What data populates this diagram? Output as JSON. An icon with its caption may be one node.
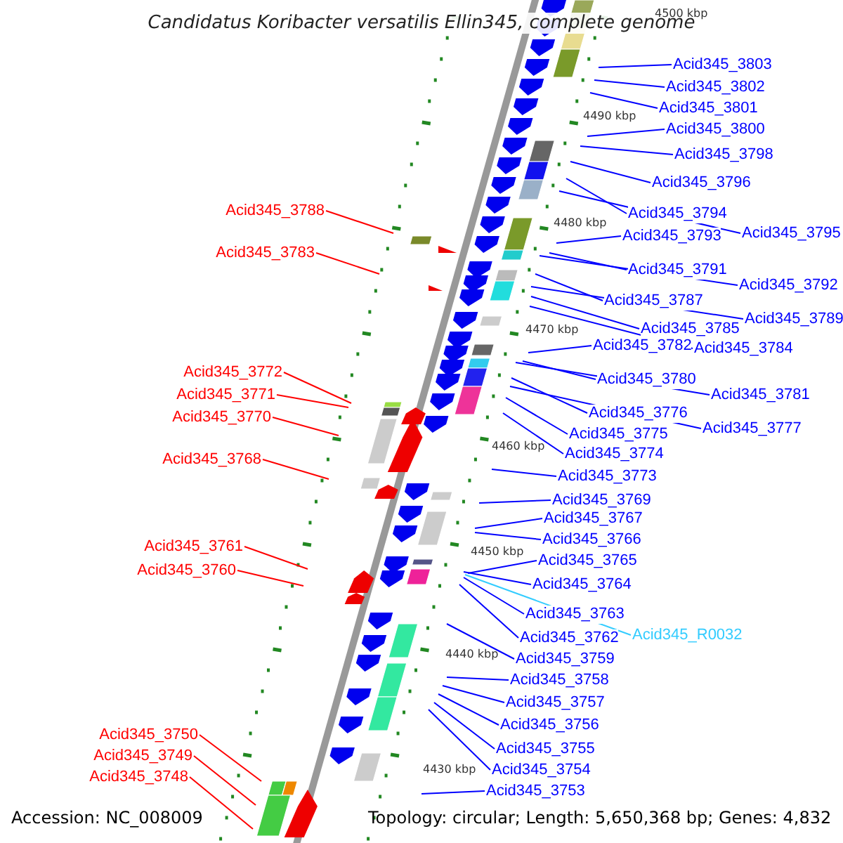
{
  "diagram": {
    "title": "Candidatus Koribacter versatilis Ellin345, complete genome",
    "nodes": [
      {
        "text": [
          "Acid345_3803"
        ]
      },
      {
        "text": [
          "Acid345_3802"
        ]
      },
      {
        "text": [
          "Acid345_3801"
        ]
      },
      {
        "text": [
          "Acid345_3800"
        ]
      },
      {
        "text": [
          "Acid345_3798"
        ]
      },
      {
        "text": [
          "Acid345_3796"
        ]
      },
      {
        "text": [
          "Acid345_3794"
        ]
      },
      {
        "text": [
          "Acid345_3795"
        ]
      },
      {
        "text": [
          "Acid345_3793"
        ]
      },
      {
        "text": [
          "Acid345_3791"
        ]
      },
      {
        "text": [
          "Acid345_3792"
        ]
      },
      {
        "text": [
          "Acid345_3787"
        ]
      },
      {
        "text": [
          "Acid345_3789"
        ]
      },
      {
        "text": [
          "Acid345_3785"
        ]
      },
      {
        "text": [
          "Acid345_3784"
        ]
      },
      {
        "text": [
          "Acid345_3782"
        ]
      },
      {
        "text": [
          "Acid345_3780"
        ]
      },
      {
        "text": [
          "Acid345_3781"
        ]
      },
      {
        "text": [
          "Acid345_3776"
        ]
      },
      {
        "text": [
          "Acid345_3777"
        ]
      },
      {
        "text": [
          "Acid345_3775"
        ]
      },
      {
        "text": [
          "Acid345_3774"
        ]
      },
      {
        "text": [
          "Acid345_3773"
        ]
      },
      {
        "text": [
          "Acid345_3769"
        ]
      },
      {
        "text": [
          "Acid345_3767"
        ]
      },
      {
        "text": [
          "Acid345_3766"
        ]
      },
      {
        "text": [
          "Acid345_3765"
        ]
      },
      {
        "text": [
          "Acid345_3764"
        ]
      },
      {
        "text": [
          "Acid345_3763"
        ]
      },
      {
        "text": [
          "Acid345_R0032"
        ]
      },
      {
        "text": [
          "Acid345_3762"
        ]
      },
      {
        "text": [
          "Acid345_3759"
        ]
      },
      {
        "text": [
          "Acid345_3758"
        ]
      },
      {
        "text": [
          "Acid345_3757"
        ]
      },
      {
        "text": [
          "Acid345_3756"
        ]
      },
      {
        "text": [
          "Acid345_3755"
        ]
      },
      {
        "text": [
          "Acid345_3754"
        ]
      },
      {
        "text": [
          "Acid345_3753"
        ]
      },
      {
        "text": [
          "Acid345_3788"
        ]
      },
      {
        "text": [
          "Acid345_3783"
        ]
      },
      {
        "text": [
          "Acid345_3772"
        ]
      },
      {
        "text": [
          "Acid345_3771"
        ]
      },
      {
        "text": [
          "Acid345_3770"
        ]
      },
      {
        "text": [
          "Acid345_3768"
        ]
      },
      {
        "text": [
          "Acid345_3761"
        ]
      },
      {
        "text": [
          "Acid345_3760"
        ]
      },
      {
        "text": [
          "Acid345_3750"
        ]
      },
      {
        "text": [
          "Acid345_3749"
        ]
      },
      {
        "text": [
          "Acid345_3748"
        ]
      }
    ],
    "edges": [
      {
        "from": 0,
        "to": null,
        "arrow": "none"
      },
      {
        "from": 1,
        "to": null,
        "arrow": "none"
      },
      {
        "from": 2,
        "to": null,
        "arrow": "none"
      },
      {
        "from": 3,
        "to": null,
        "arrow": "none"
      },
      {
        "from": 4,
        "to": null,
        "arrow": "none"
      },
      {
        "from": 5,
        "to": null,
        "arrow": "none"
      },
      {
        "from": 6,
        "to": null,
        "arrow": "none"
      },
      {
        "from": 7,
        "to": null,
        "arrow": "none"
      },
      {
        "from": 8,
        "to": null,
        "arrow": "none"
      },
      {
        "from": 9,
        "to": null,
        "arrow": "none"
      },
      {
        "from": 10,
        "to": null,
        "arrow": "none"
      },
      {
        "from": 11,
        "to": null,
        "arrow": "none"
      },
      {
        "from": 12,
        "to": null,
        "arrow": "none"
      },
      {
        "from": 13,
        "to": null,
        "arrow": "none"
      },
      {
        "from": 14,
        "to": null,
        "arrow": "none"
      },
      {
        "from": 15,
        "to": null,
        "arrow": "none"
      },
      {
        "from": 16,
        "to": null,
        "arrow": "none"
      },
      {
        "from": 17,
        "to": null,
        "arrow": "none"
      },
      {
        "from": 18,
        "to": null,
        "arrow": "none"
      },
      {
        "from": 19,
        "to": null,
        "arrow": "none"
      },
      {
        "from": 20,
        "to": null,
        "arrow": "none"
      },
      {
        "from": 21,
        "to": null,
        "arrow": "none"
      },
      {
        "from": 22,
        "to": null,
        "arrow": "none"
      },
      {
        "from": 23,
        "to": null,
        "arrow": "none"
      },
      {
        "from": 24,
        "to": null,
        "arrow": "none"
      },
      {
        "from": 25,
        "to": null,
        "arrow": "none"
      },
      {
        "from": 26,
        "to": null,
        "arrow": "none"
      },
      {
        "from": 27,
        "to": null,
        "arrow": "none"
      },
      {
        "from": 28,
        "to": null,
        "arrow": "none"
      },
      {
        "from": 29,
        "to": null,
        "arrow": "none",
        "color": "#33ccff"
      },
      {
        "from": 30,
        "to": null,
        "arrow": "none"
      },
      {
        "from": 31,
        "to": null,
        "arrow": "none"
      },
      {
        "from": 32,
        "to": null,
        "arrow": "none"
      },
      {
        "from": 33,
        "to": null,
        "arrow": "none"
      },
      {
        "from": 34,
        "to": null,
        "arrow": "none"
      },
      {
        "from": 35,
        "to": null,
        "arrow": "none"
      },
      {
        "from": 36,
        "to": null,
        "arrow": "none"
      },
      {
        "from": 37,
        "to": null,
        "arrow": "none"
      },
      {
        "from": 38,
        "to": null,
        "arrow": "none",
        "color": "#ff0000"
      },
      {
        "from": 39,
        "to": null,
        "arrow": "none",
        "color": "#ff0000"
      },
      {
        "from": 40,
        "to": null,
        "arrow": "none",
        "color": "#ff0000"
      },
      {
        "from": 41,
        "to": null,
        "arrow": "none",
        "color": "#ff0000"
      },
      {
        "from": 42,
        "to": null,
        "arrow": "none",
        "color": "#ff0000"
      },
      {
        "from": 43,
        "to": null,
        "arrow": "none",
        "color": "#ff0000"
      },
      {
        "from": 44,
        "to": null,
        "arrow": "none",
        "color": "#ff0000"
      },
      {
        "from": 45,
        "to": null,
        "arrow": "none",
        "color": "#ff0000"
      },
      {
        "from": 46,
        "to": null,
        "arrow": "none",
        "color": "#ff0000"
      },
      {
        "from": 47,
        "to": null,
        "arrow": "none",
        "color": "#ff0000"
      },
      {
        "from": 48,
        "to": null,
        "arrow": "none",
        "color": "#ff0000"
      }
    ],
    "labels": [
      "4500 kbp",
      "4490 kbp",
      "4480 kbp",
      "4470 kbp",
      "4460 kbp",
      "4450 kbp",
      "4440 kbp",
      "4430 kbp",
      "Accession: NC_008009",
      "Topology: circular; Length: 5,650,368 bp; Genes: 4,832"
    ]
  }
}
